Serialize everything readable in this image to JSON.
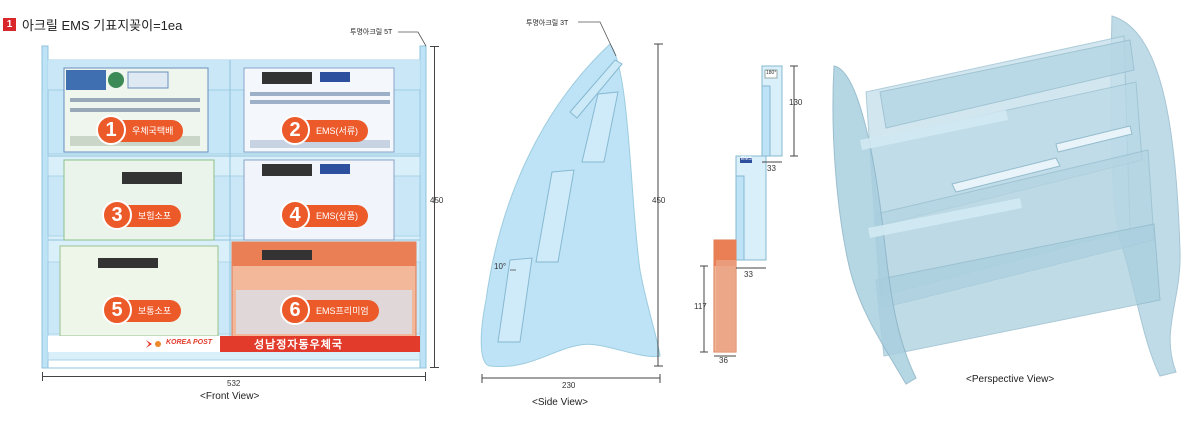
{
  "header": {
    "badge": "1",
    "title": "아크릴 EMS 기표지꽂이=1ea"
  },
  "colors": {
    "acrylic": "#bfe3f6",
    "acrylic_edge": "#8fc3dd",
    "accent": "#ec5a2a",
    "brand_red": "#e23b2b"
  },
  "front_view": {
    "label": "<Front View>",
    "width_dim": "532",
    "height_dim": "450",
    "material_label": "투명아크릴 5T",
    "pockets": [
      {
        "number": "1",
        "label": "우체국택배"
      },
      {
        "number": "2",
        "label": "EMS(서류)"
      },
      {
        "number": "3",
        "label": "보험소포"
      },
      {
        "number": "4",
        "label": "EMS(상품)"
      },
      {
        "number": "5",
        "label": "보통소포"
      },
      {
        "number": "6",
        "label": "EMS프리미엄"
      }
    ],
    "footer": {
      "logo_text": "KOREA POST",
      "office_name": "성남정자동우체국"
    }
  },
  "side_view": {
    "label": "<Side View>",
    "material_label": "투명아크릴 3T",
    "height_dim": "450",
    "width_dim": "230",
    "angle": "10°"
  },
  "detail_view": {
    "dim_130": "130",
    "dim_33_top": "33",
    "dim_33_mid": "33",
    "dim_117": "117",
    "dim_36": "36",
    "card_mark_top": "180°",
    "card_mark_mid": "EMS"
  },
  "perspective_view": {
    "label": "<Perspective View>"
  }
}
